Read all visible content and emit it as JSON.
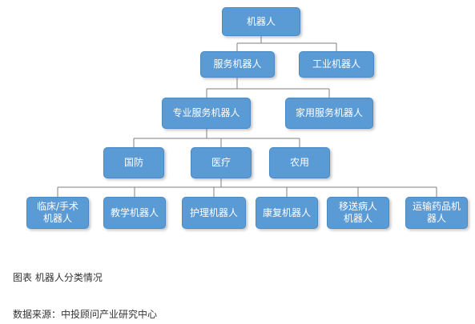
{
  "diagram": {
    "root": "机器人",
    "level1": {
      "service": "服务机器人",
      "industrial": "工业机器人"
    },
    "level2": {
      "professional": "专业服务机器人",
      "household": "家用服务机器人"
    },
    "level3": {
      "defense": "国防",
      "medical": "医疗",
      "agriculture": "农用"
    },
    "level4": {
      "clinical": "临床/手术\n机器人",
      "teaching": "教学机器人",
      "nursing": "护理机器人",
      "rehab": "康复机器人",
      "transfer": "移送病人\n机器人",
      "drug": "运输药品机\n器人"
    }
  },
  "captions": {
    "figure": "图表 机器人分类情况",
    "source": "数据来源：中投顾问产业研究中心"
  },
  "colors": {
    "node_fill": "#5b9bd5",
    "node_text": "#ffffff",
    "connector": "#7f7f7f"
  }
}
